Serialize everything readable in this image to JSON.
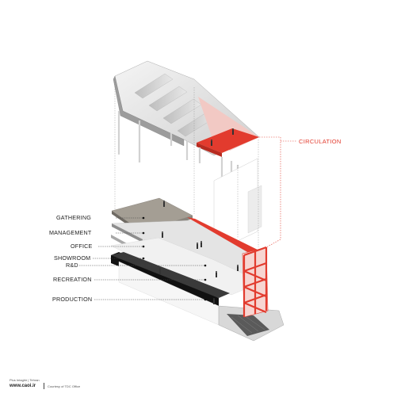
{
  "labels": {
    "circulation": "CIRCULATION",
    "gathering": "GATHERING",
    "management": "MANAGEMENT",
    "office": "OFFICE",
    "showroom": "SHOWROOM",
    "rd": "R&D",
    "recreation": "RECREATION",
    "production": "PRODUCTION"
  },
  "credits": {
    "author_line": "Plus Intaghir | Tehran",
    "website": "www.caoi.ir",
    "courtesy": "Courtesy of TDC Office"
  },
  "colors": {
    "accent": "#e23b2e",
    "floor_tan": "#a49e94",
    "floor_grey": "#d9d9d9",
    "slab_dark": "#111111"
  }
}
